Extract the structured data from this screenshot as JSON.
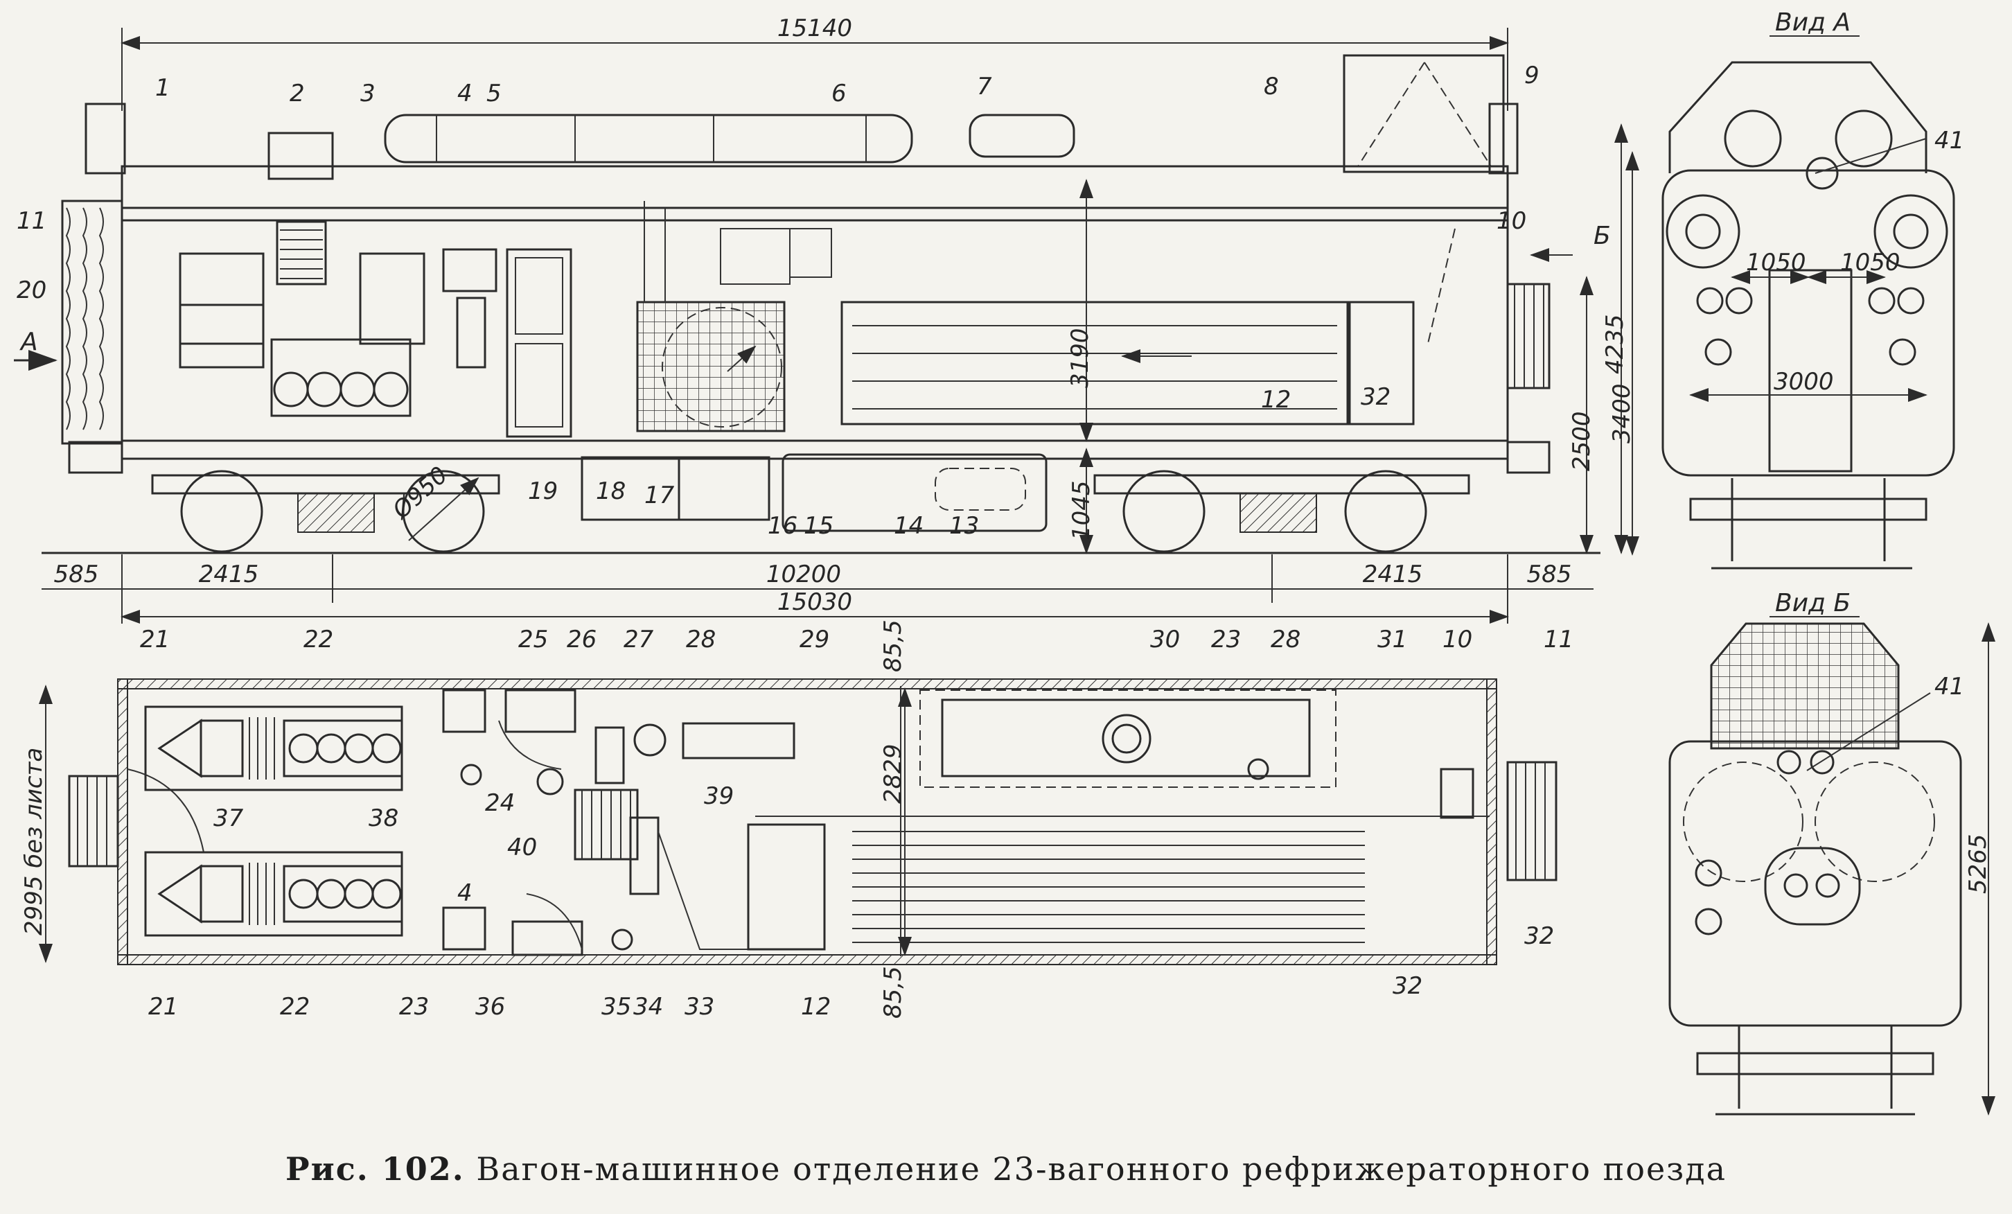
{
  "caption": {
    "prefix": "Рис. 102.",
    "text": "Вагон-машинное отделение 23-вагонного рефрижераторного поезда"
  },
  "views": {
    "view_a": "Вид А",
    "view_b": "Вид Б",
    "arrow_a": "А",
    "arrow_b": "Б"
  },
  "side_view": {
    "dims": {
      "overall_top": "15140",
      "left_overhang": "585",
      "right_overhang": "585",
      "bogie_left": "2415",
      "bogie_right": "2415",
      "bogie_centers": "10200",
      "frame_length": "15030",
      "wheel_dia": "Ø950",
      "inner_height": "3190",
      "floor_height": "1045",
      "body_height": "2500",
      "total_height": "4235"
    },
    "labels": [
      "1",
      "2",
      "3",
      "4",
      "5",
      "6",
      "7",
      "8",
      "9",
      "10",
      "11",
      "20",
      "12",
      "32",
      "19",
      "18",
      "17",
      "16",
      "15",
      "14",
      "13"
    ]
  },
  "plan_view": {
    "dims": {
      "width": "2995 без листа",
      "inner_width": "2829",
      "wall_top": "85,5",
      "wall_bottom": "85,5"
    },
    "labels": [
      "21",
      "22",
      "25",
      "26",
      "27",
      "28",
      "29",
      "30",
      "23",
      "28",
      "31",
      "10",
      "11",
      "37",
      "38",
      "24",
      "39",
      "40",
      "4",
      "21",
      "22",
      "23",
      "36",
      "35",
      "34",
      "33",
      "12",
      "32",
      "32"
    ]
  },
  "end_view_a": {
    "dims": {
      "half_left": "1050",
      "half_right": "1050",
      "track": "3000",
      "height": "3400"
    },
    "labels": [
      "41"
    ]
  },
  "end_view_b": {
    "dims": {
      "height": "5265"
    },
    "labels": [
      "41"
    ]
  }
}
